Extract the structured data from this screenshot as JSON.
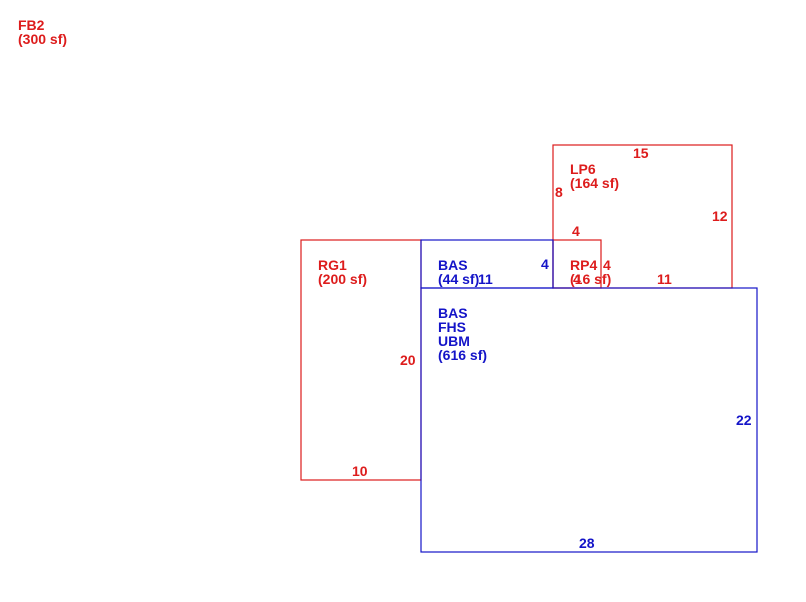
{
  "colors": {
    "red": "#dd1c1c",
    "blue": "#1414c8",
    "background": "#ffffff"
  },
  "areas": {
    "fb2": {
      "name": "FB2",
      "size": "(300 sf)"
    },
    "lp6": {
      "name": "LP6",
      "size": "(164 sf)"
    },
    "rg1": {
      "name": "RG1",
      "size": "(200 sf)"
    },
    "rp4": {
      "name": "RP4",
      "size": "(16 sf)"
    },
    "bas_small": {
      "name": "BAS",
      "size": "(44 sf)"
    },
    "main": {
      "line1": "BAS",
      "line2": "FHS",
      "line3": "UBM",
      "size": "(616 sf)"
    }
  },
  "dimensions": {
    "lp6_top": "15",
    "lp6_left": "8",
    "lp6_right": "12",
    "lp6_bottom": "11",
    "rp4_top": "4",
    "rp4_left": "4",
    "rp4_right": "4",
    "bas_small_right": "4",
    "bas_small_bottom": "11",
    "rg1_right": "20",
    "rg1_bottom": "10",
    "main_right": "22",
    "main_bottom": "28"
  }
}
